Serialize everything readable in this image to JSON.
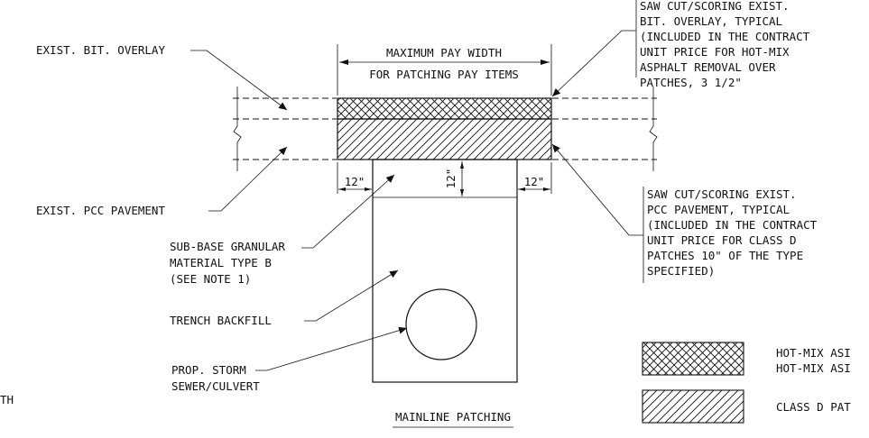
{
  "pay_width": {
    "line1": "MAXIMUM PAY WIDTH",
    "line2": "FOR PATCHING PAY ITEMS"
  },
  "labels": {
    "bit_overlay": "EXIST. BIT. OVERLAY",
    "pcc_pavement": "EXIST. PCC PAVEMENT",
    "sub_base": [
      "SUB-BASE GRANULAR",
      "MATERIAL TYPE B",
      "(SEE NOTE 1)"
    ],
    "trench_backfill": "TRENCH BACKFILL",
    "storm_sewer": [
      "PROP. STORM",
      "SEWER/CULVERT"
    ],
    "partial_left": "TH"
  },
  "saw_cut_overlay": [
    "SAW CUT/SCORING EXIST.",
    "BIT. OVERLAY, TYPICAL",
    "(INCLUDED IN THE CONTRACT",
    "UNIT PRICE FOR HOT-MIX",
    "ASPHALT REMOVAL OVER",
    "PATCHES, 3 1/2\""
  ],
  "saw_cut_pcc": [
    "SAW CUT/SCORING EXIST.",
    "PCC PAVEMENT, TYPICAL",
    "(INCLUDED IN THE CONTRACT",
    "UNIT PRICE FOR CLASS D",
    "PATCHES 10\" OF THE TYPE",
    "SPECIFIED)"
  ],
  "dimensions": {
    "left": "12\"",
    "vertical": "12\"",
    "right": "12\""
  },
  "legend": [
    {
      "pattern": "crosshatch",
      "lines": [
        "HOT-MIX ASI",
        "HOT-MIX ASI"
      ]
    },
    {
      "pattern": "diagonal",
      "lines": [
        "CLASS D PAT"
      ]
    }
  ],
  "title": "MAINLINE PATCHING"
}
